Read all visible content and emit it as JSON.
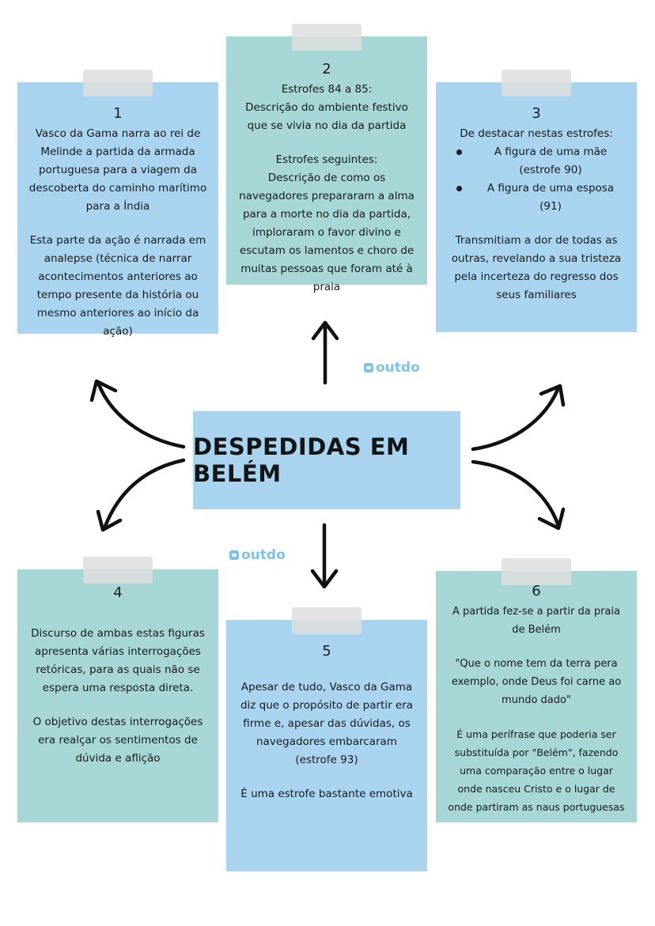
{
  "title": "DESPEDIDAS EM BELÉM",
  "logo_text": "outdo",
  "notes": [
    {
      "number": "1",
      "paragraphs": [
        [
          "Vasco da Gama narra ao rei de",
          "Melinde a partida da armada",
          "portuguesa para a viagem da",
          "descoberta do caminho marítimo",
          "para a Índia"
        ],
        [
          "Esta parte da ação é narrada em",
          "analepse (técnica de narrar",
          "acontecimentos anteriores ao",
          "tempo presente da história ou",
          "mesmo anteriores ao início da",
          "ação)"
        ]
      ]
    },
    {
      "number": "2",
      "paragraphs": [
        [
          "Estrofes 84 a 85:",
          "Descrição do ambiente festivo",
          "que se vivia no dia da partida"
        ],
        [
          "Estrofes seguintes:",
          "Descrição de como os",
          "navegadores prepararam a alma",
          "para a morte no dia da partida,",
          "imploraram o favor divino e",
          "escutam os lamentos e choro de",
          "muitas pessoas que foram até à",
          "praia"
        ]
      ]
    },
    {
      "number": "3",
      "intro": "De destacar nestas estrofes:",
      "bullets": [
        [
          "A figura de uma mãe",
          "(estrofe 90)"
        ],
        [
          "A figura de uma esposa",
          "(91)"
        ]
      ],
      "paragraphs": [
        [
          "Transmitiam a dor de todas as",
          "outras, revelando a sua tristeza",
          "pela incerteza do regresso dos",
          "seus familiares"
        ]
      ]
    },
    {
      "number": "4",
      "paragraphs": [
        [
          "Discurso de ambas estas figuras",
          "apresenta várias interrogações",
          "retóricas, para as quais não se",
          "espera uma resposta direta."
        ],
        [
          "O objetivo destas interrogações",
          "era realçar os sentimentos de",
          "dúvida e aflição"
        ]
      ]
    },
    {
      "number": "5",
      "paragraphs": [
        [
          "Apesar de tudo, Vasco da Gama",
          "diz que o propósito de partir era",
          "firme e, apesar das dúvidas, os",
          "navegadores embarcaram",
          "(estrofe 93)"
        ],
        [
          "É uma estrofe bastante emotiva"
        ]
      ]
    },
    {
      "number": "6",
      "paragraphs": [
        [
          "A partida fez-se a partir da praia",
          "de Belém"
        ],
        [
          "\"Que o nome tem da terra pera",
          "exemplo, onde Deus foi carne ao",
          "mundo dado\""
        ],
        [
          "É uma perífrase que poderia ser",
          "substituída por \"Belém\", fazendo",
          "uma comparação entre o lugar",
          "onde nasceu Cristo e o lugar de",
          "onde partiram as naus portuguesas"
        ]
      ]
    }
  ]
}
